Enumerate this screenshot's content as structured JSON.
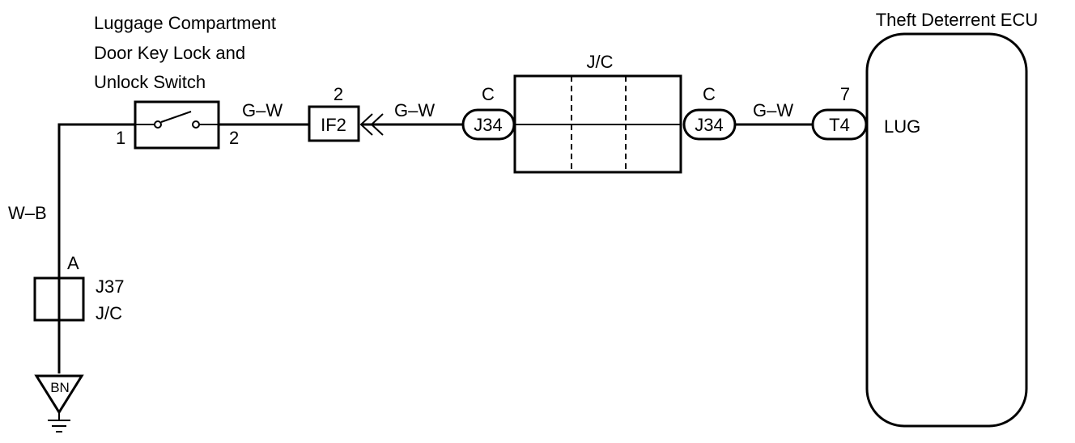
{
  "switch": {
    "title_lines": [
      "Luggage Compartment",
      "Door Key Lock and",
      "Unlock Switch"
    ],
    "pin_left": "1",
    "pin_right": "2"
  },
  "wires": {
    "ground_wire": "W–B",
    "switch_to_if2": "G–W",
    "if2_to_jc": "G–W",
    "jc_to_ecu": "G–W"
  },
  "connectors": {
    "if2": {
      "name": "IF2",
      "pin": "2"
    },
    "j34_left": {
      "name": "J34",
      "pin": "C"
    },
    "j34_right": {
      "name": "J34",
      "pin": "C"
    },
    "t4": {
      "name": "T4",
      "pin": "7"
    },
    "j37": {
      "name": "J37",
      "sub": "J/C",
      "pin": "A"
    }
  },
  "junction": {
    "label": "J/C"
  },
  "ground": {
    "label": "BN"
  },
  "ecu": {
    "title": "Theft Deterrent ECU",
    "terminal": "LUG"
  }
}
